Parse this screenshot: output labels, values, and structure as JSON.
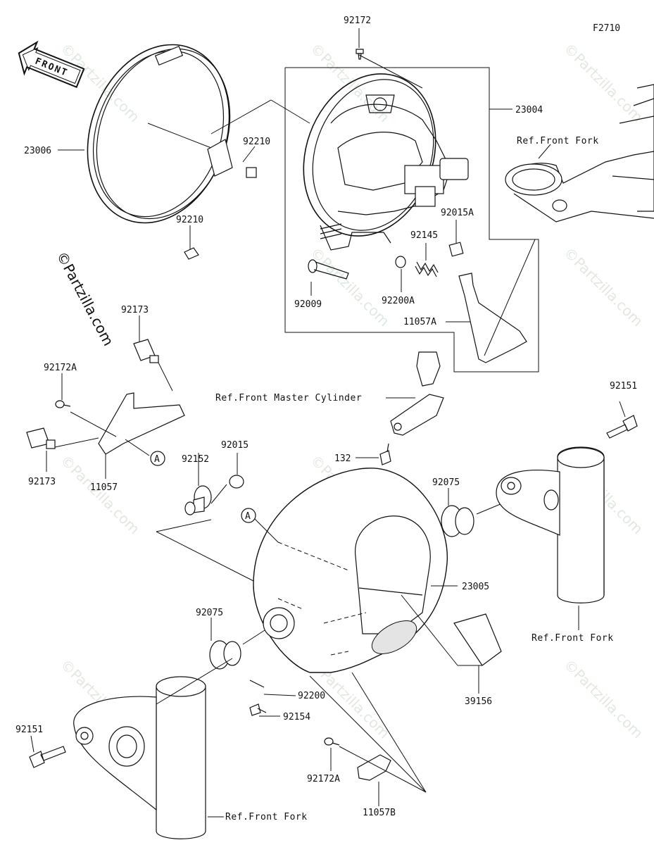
{
  "figure_code": "F2710",
  "brand_watermark": "©Partzilla.com",
  "front_arrow_label": "FRONT",
  "callout_letter": "A",
  "parts": {
    "p92172_top": "92172",
    "p23004": "23004",
    "p23006": "23006",
    "p92210_upper": "92210",
    "p92210_lower": "92210",
    "ref_front_fork_top": "Ref.Front Fork",
    "p92015A": "92015A",
    "p92145": "92145",
    "p92009": "92009",
    "p92200A": "92200A",
    "p11057A": "11057A",
    "p92173_upper": "92173",
    "p92172A_left": "92172A",
    "p92173_lower": "92173",
    "p11057": "11057",
    "ref_front_master_cylinder": "Ref.Front Master Cylinder",
    "p132": "132",
    "p92151_right": "92151",
    "p92152": "92152",
    "p92015": "92015",
    "p92075_right": "92075",
    "p23005": "23005",
    "ref_front_fork_right": "Ref.Front Fork",
    "p92075_left": "92075",
    "p39156": "39156",
    "p92200": "92200",
    "p92154": "92154",
    "p92151_left": "92151",
    "p92172A_bottom": "92172A",
    "p11057B": "11057B",
    "ref_front_fork_bottom": "Ref.Front Fork"
  },
  "icons": [
    "front-arrow-icon",
    "circle-a-callout-icon"
  ]
}
